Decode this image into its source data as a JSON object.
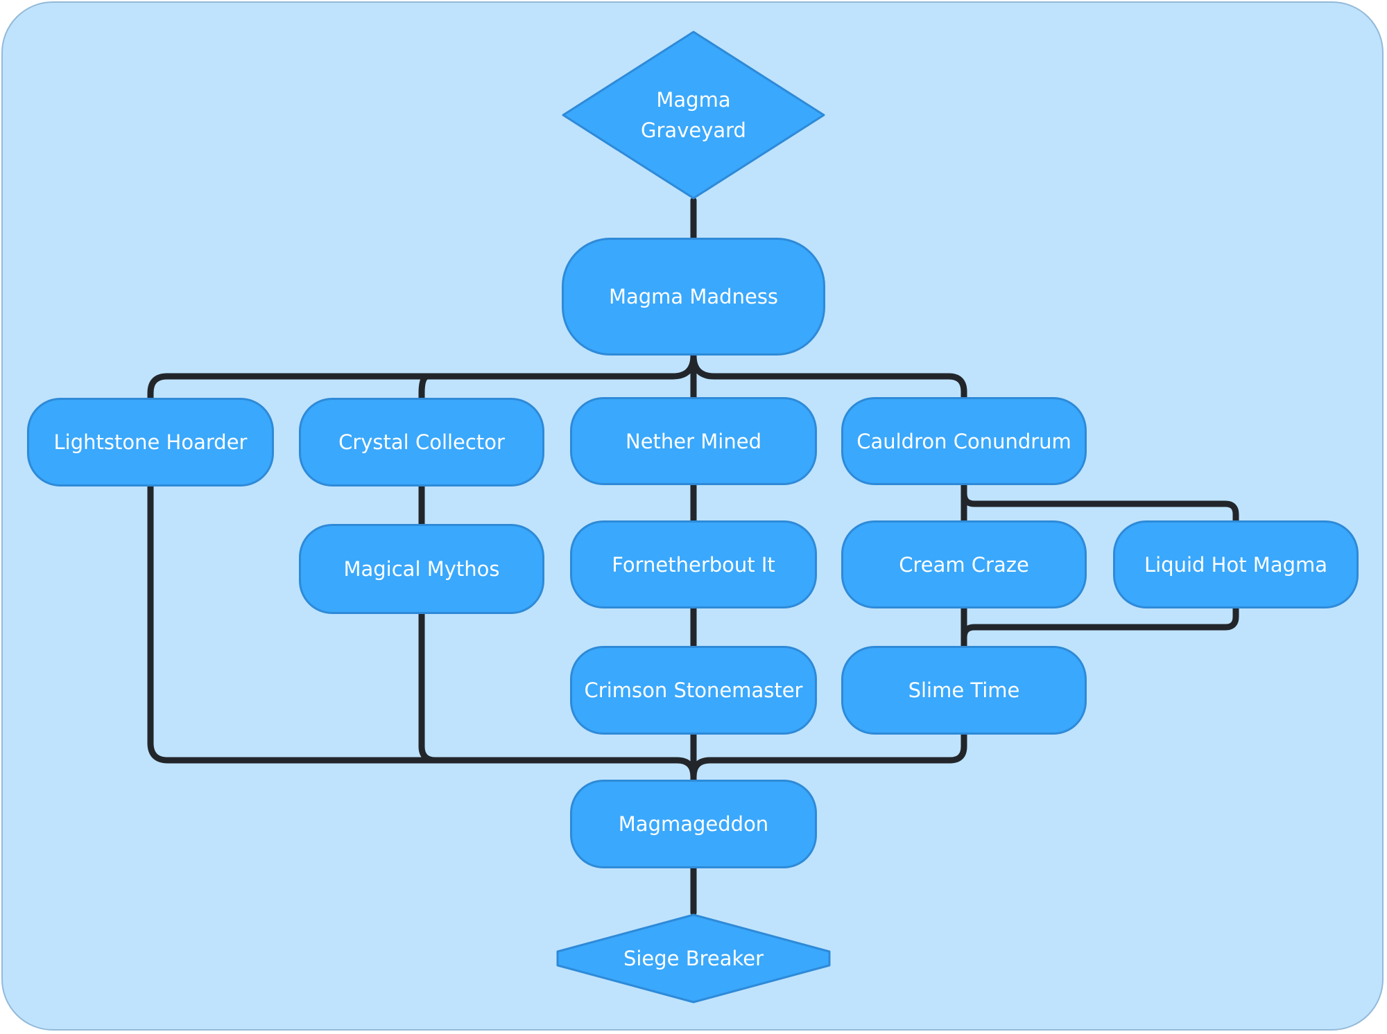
{
  "diagram": {
    "start": {
      "label_line1": "Magma",
      "label_line2": "Graveyard"
    },
    "nodes": {
      "magma_madness": "Magma Madness",
      "lightstone_hoarder": "Lightstone Hoarder",
      "crystal_collector": "Crystal Collector",
      "nether_mined": "Nether Mined",
      "cauldron_conundrum": "Cauldron Conundrum",
      "magical_mythos": "Magical Mythos",
      "fornetherbout_it": "Fornetherbout It",
      "cream_craze": "Cream Craze",
      "liquid_hot_magma": "Liquid Hot Magma",
      "crimson_stonemaster": "Crimson Stonemaster",
      "slime_time": "Slime Time",
      "magmageddon": "Magmageddon"
    },
    "end": {
      "label": "Siege Breaker"
    },
    "colors": {
      "background": "#bfe3fd",
      "node_fill": "#3aa8fc",
      "node_border": "#2e8ad8",
      "connector": "#22262b",
      "text": "#ffffff"
    }
  }
}
